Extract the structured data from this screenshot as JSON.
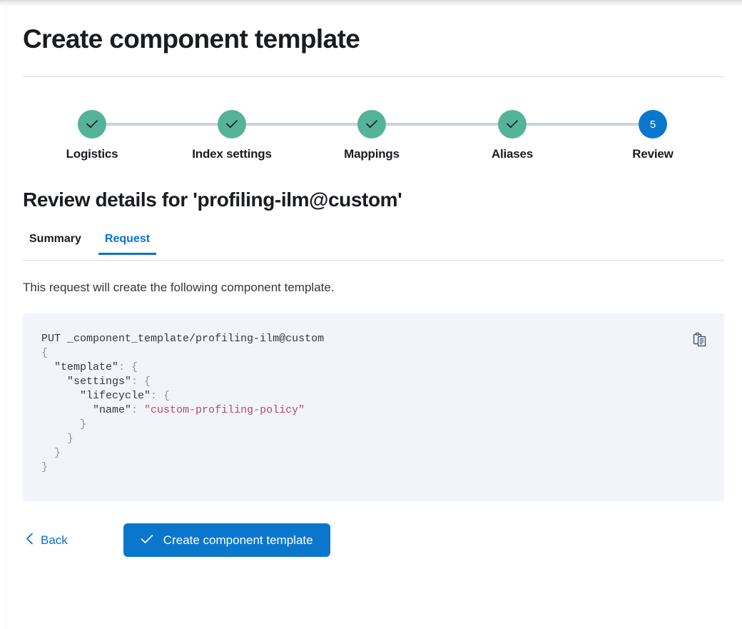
{
  "page": {
    "title": "Create component template",
    "section_title": "Review details for 'profiling-ilm@custom'",
    "description": "This request will create the following component template."
  },
  "colors": {
    "accent_blue": "#0b77cc",
    "tab_blue": "#0b72cc",
    "step_done_teal": "#54b399",
    "connector_gray": "#cad3e0",
    "code_background": "#f1f4fa",
    "code_string": "#bd4764",
    "code_key": "#343741",
    "code_punct": "#8b96a8",
    "divider": "#d3dae6"
  },
  "steps": [
    {
      "label": "Logistics",
      "state": "done",
      "number": "1",
      "icon": "check-icon"
    },
    {
      "label": "Index settings",
      "state": "done",
      "number": "2",
      "icon": "check-icon"
    },
    {
      "label": "Mappings",
      "state": "done",
      "number": "3",
      "icon": "check-icon"
    },
    {
      "label": "Aliases",
      "state": "done",
      "number": "4",
      "icon": "check-icon"
    },
    {
      "label": "Review",
      "state": "active",
      "number": "5",
      "icon": ""
    }
  ],
  "tabs": [
    {
      "label": "Summary",
      "active": false
    },
    {
      "label": "Request",
      "active": true
    }
  ],
  "code": {
    "copy_icon": "clipboard-copy-icon",
    "lines": [
      {
        "segments": [
          {
            "text": "PUT ",
            "token": "method"
          },
          {
            "text": "_component_template/profiling-ilm@custom",
            "token": "path"
          }
        ]
      },
      {
        "segments": [
          {
            "text": "{",
            "token": "punct"
          }
        ]
      },
      {
        "segments": [
          {
            "text": "  ",
            "token": "punct"
          },
          {
            "text": "\"template\"",
            "token": "key"
          },
          {
            "text": ": {",
            "token": "punct"
          }
        ]
      },
      {
        "segments": [
          {
            "text": "    ",
            "token": "punct"
          },
          {
            "text": "\"settings\"",
            "token": "key"
          },
          {
            "text": ": {",
            "token": "punct"
          }
        ]
      },
      {
        "segments": [
          {
            "text": "      ",
            "token": "punct"
          },
          {
            "text": "\"lifecycle\"",
            "token": "key"
          },
          {
            "text": ": {",
            "token": "punct"
          }
        ]
      },
      {
        "segments": [
          {
            "text": "        ",
            "token": "punct"
          },
          {
            "text": "\"name\"",
            "token": "key"
          },
          {
            "text": ": ",
            "token": "punct"
          },
          {
            "text": "\"custom-profiling-policy\"",
            "token": "string"
          }
        ]
      },
      {
        "segments": [
          {
            "text": "      }",
            "token": "punct"
          }
        ]
      },
      {
        "segments": [
          {
            "text": "    }",
            "token": "punct"
          }
        ]
      },
      {
        "segments": [
          {
            "text": "  }",
            "token": "punct"
          }
        ]
      },
      {
        "segments": [
          {
            "text": "}",
            "token": "punct"
          }
        ]
      }
    ]
  },
  "actions": {
    "back_label": "Back",
    "back_icon": "chevron-left-icon",
    "submit_label": "Create component template",
    "submit_icon": "check-icon"
  }
}
